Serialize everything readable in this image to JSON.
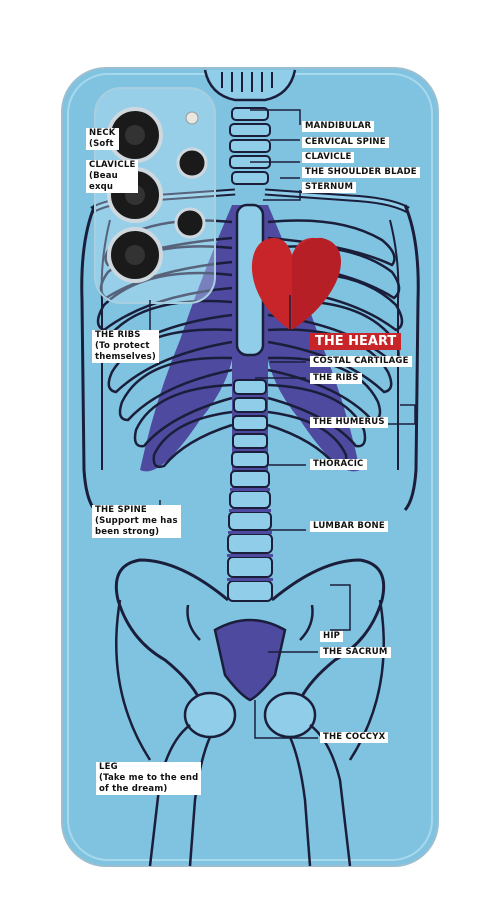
{
  "labels_right": {
    "mandibular": "MANDIBULAR",
    "cervical_spine": "CERVICAL SPINE",
    "clavicle": "CLAVICLE",
    "shoulder_blade": "THE SHOULDER BLADE",
    "sternum": "STERNUM",
    "the_heart": "THE HEART",
    "costal_cartilage": "COSTAL CARTILAGE",
    "the_ribs": "THE RIBS",
    "the_humerus": "THE HUMERUS",
    "thoracic": "THORACIC",
    "lumbar_bone": "LUMBAR BONE",
    "hip": "HIP",
    "the_sacrum": "THE SACRUM",
    "the_coccyx": "THE COCCYX"
  },
  "labels_left": {
    "neck_title": "NECK",
    "neck_sub": "(Soft",
    "clavicle_title": "CLAVICLE",
    "clavicle_sub1": "(Beau",
    "clavicle_sub2": "exqu",
    "ribs_title": "THE RIBS",
    "ribs_sub1": "(To protect",
    "ribs_sub2": "themselves)",
    "spine_title": "THE SPINE",
    "spine_sub1": "(Support me has",
    "spine_sub2": "been strong)",
    "leg_title": "LEG",
    "leg_sub1": "(Take me to the end",
    "leg_sub2": "of the dream)"
  },
  "colors": {
    "case_blue": "#7fc3e0",
    "bone_fill": "#8fcde8",
    "bone_outline": "#1b1e3a",
    "organ_purple": "#4e4aa0",
    "heart_red": "#c8252a",
    "label_bg": "#ffffff"
  }
}
